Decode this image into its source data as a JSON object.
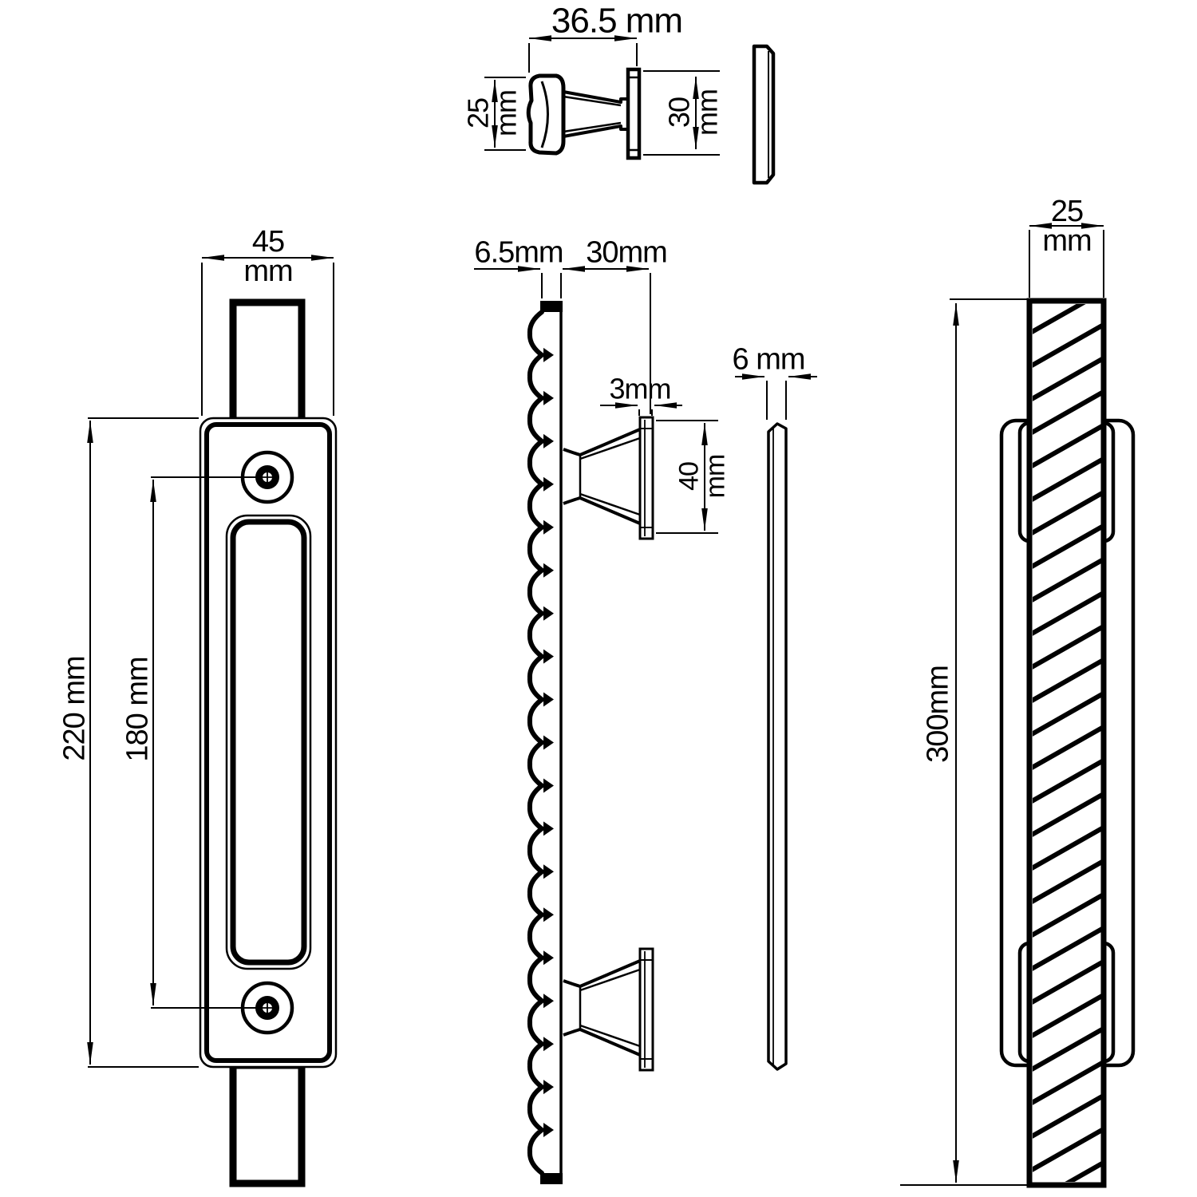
{
  "title": "Sliding door handle set technical drawing",
  "units": "mm",
  "colors": {
    "ink": "#000000",
    "background": "#ffffff"
  },
  "knob_view": {
    "width": "36.5 mm",
    "head_height": "25\nmm",
    "base_height": "30\nmm"
  },
  "flush_pull_view": {
    "width": "45\nmm",
    "length": "220 mm",
    "hole_spacing": "180 mm"
  },
  "handle_side_view": {
    "plate_thickness": "6.5mm",
    "standoff_depth": "30mm",
    "pad_thickness": "3mm",
    "pad_height": "40\nmm",
    "cover_thickness": "6 mm"
  },
  "handle_front_view": {
    "width": "25\nmm",
    "length": "300mm"
  }
}
